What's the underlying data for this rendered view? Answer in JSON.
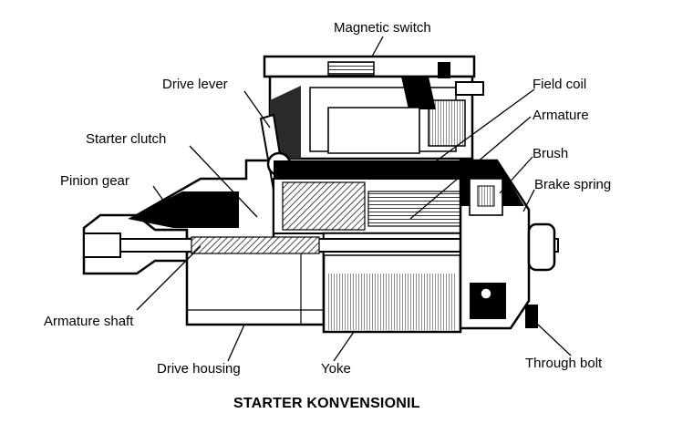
{
  "caption": "STARTER KONVENSIONIL",
  "labels": {
    "magnetic_switch": "Magnetic switch",
    "drive_lever": "Drive lever",
    "field_coil": "Field coil",
    "armature": "Armature",
    "starter_clutch": "Starter clutch",
    "brush": "Brush",
    "pinion_gear": "Pinion gear",
    "brake_spring": "Brake spring",
    "armature_shaft": "Armature shaft",
    "drive_housing": "Drive housing",
    "yoke": "Yoke",
    "through_bolt": "Through bolt"
  },
  "colors": {
    "ink": "#000000",
    "paper": "#ffffff",
    "shade": "#4a4a4a"
  }
}
